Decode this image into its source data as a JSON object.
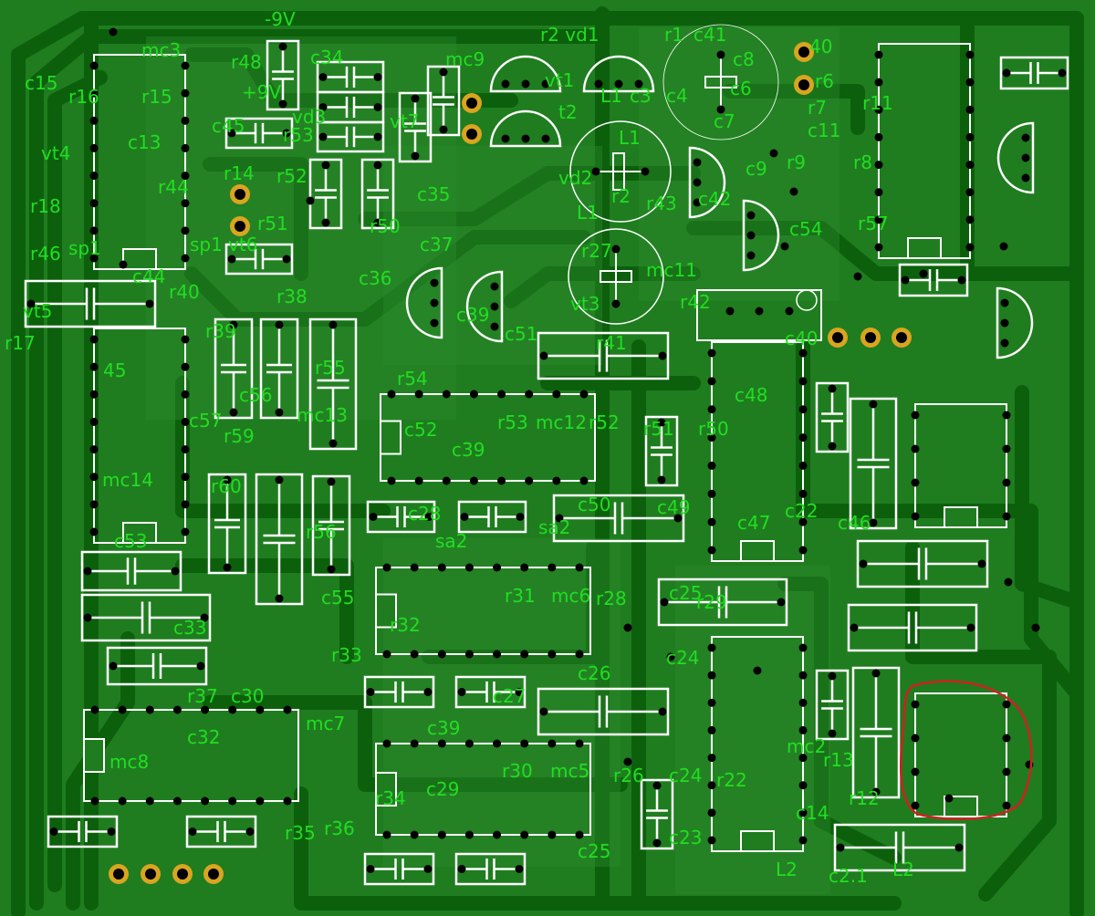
{
  "board": {
    "colors": {
      "substrate": "#1f7d1f",
      "copper": "#0c600c",
      "silk": "#ffffff",
      "pad": "#d9a520",
      "hole": "#000000",
      "label": "#22dd22",
      "marker": "#cc2222"
    },
    "labels": [
      "-9V",
      "r2 vd1",
      "r1",
      "c41",
      "c8",
      "c6",
      "c4",
      "c7",
      "40",
      "r6",
      "r7",
      "c11",
      "r11",
      "r8",
      "r57",
      "c9",
      "r9",
      "r43",
      "c42",
      "c54",
      "L1",
      "c3",
      "vt1",
      "t2",
      "L1",
      "vd2",
      "r2",
      "L1",
      "r27",
      "mc11",
      "vt3",
      "r42",
      "c40",
      "c48",
      "r50",
      "r51",
      "mc12",
      "r52",
      "r53",
      "c52",
      "c39",
      "r54",
      "r41",
      "c51",
      "c39",
      "c36",
      "c37",
      "c35",
      "r50",
      "r52",
      "r14",
      "r51",
      "vt6",
      "sp1",
      "r48",
      "+9V",
      "c34",
      "vd3",
      "r53",
      "c45",
      "mc9",
      "vt7",
      "mc3",
      "c15",
      "r16",
      "r15",
      "c13",
      "vt4",
      "r44",
      "r18",
      "r46",
      "sp1",
      "c44",
      "r40",
      "vt5",
      "r17",
      "45",
      "c57",
      "r59",
      "r39",
      "c56",
      "r38",
      "r55",
      "mc13",
      "mc14",
      "c53",
      "c33",
      "r37",
      "c30",
      "c32",
      "mc8",
      "mc7",
      "r35",
      "r36",
      "r60",
      "r56",
      "c55",
      "c28",
      "sa2",
      "r33",
      "r32",
      "r31",
      "mc6",
      "r28",
      "c50",
      "c49",
      "sa2",
      "c27",
      "c39",
      "c26",
      "r30",
      "mc5",
      "r34",
      "c29",
      "c25",
      "r26",
      "c24",
      "c24",
      "c23",
      "r22",
      "c25",
      "r29",
      "c47",
      "c22",
      "c46",
      "mc2",
      "r13",
      "r12",
      "c14",
      "L2",
      "c2.1",
      "L2"
    ]
  }
}
